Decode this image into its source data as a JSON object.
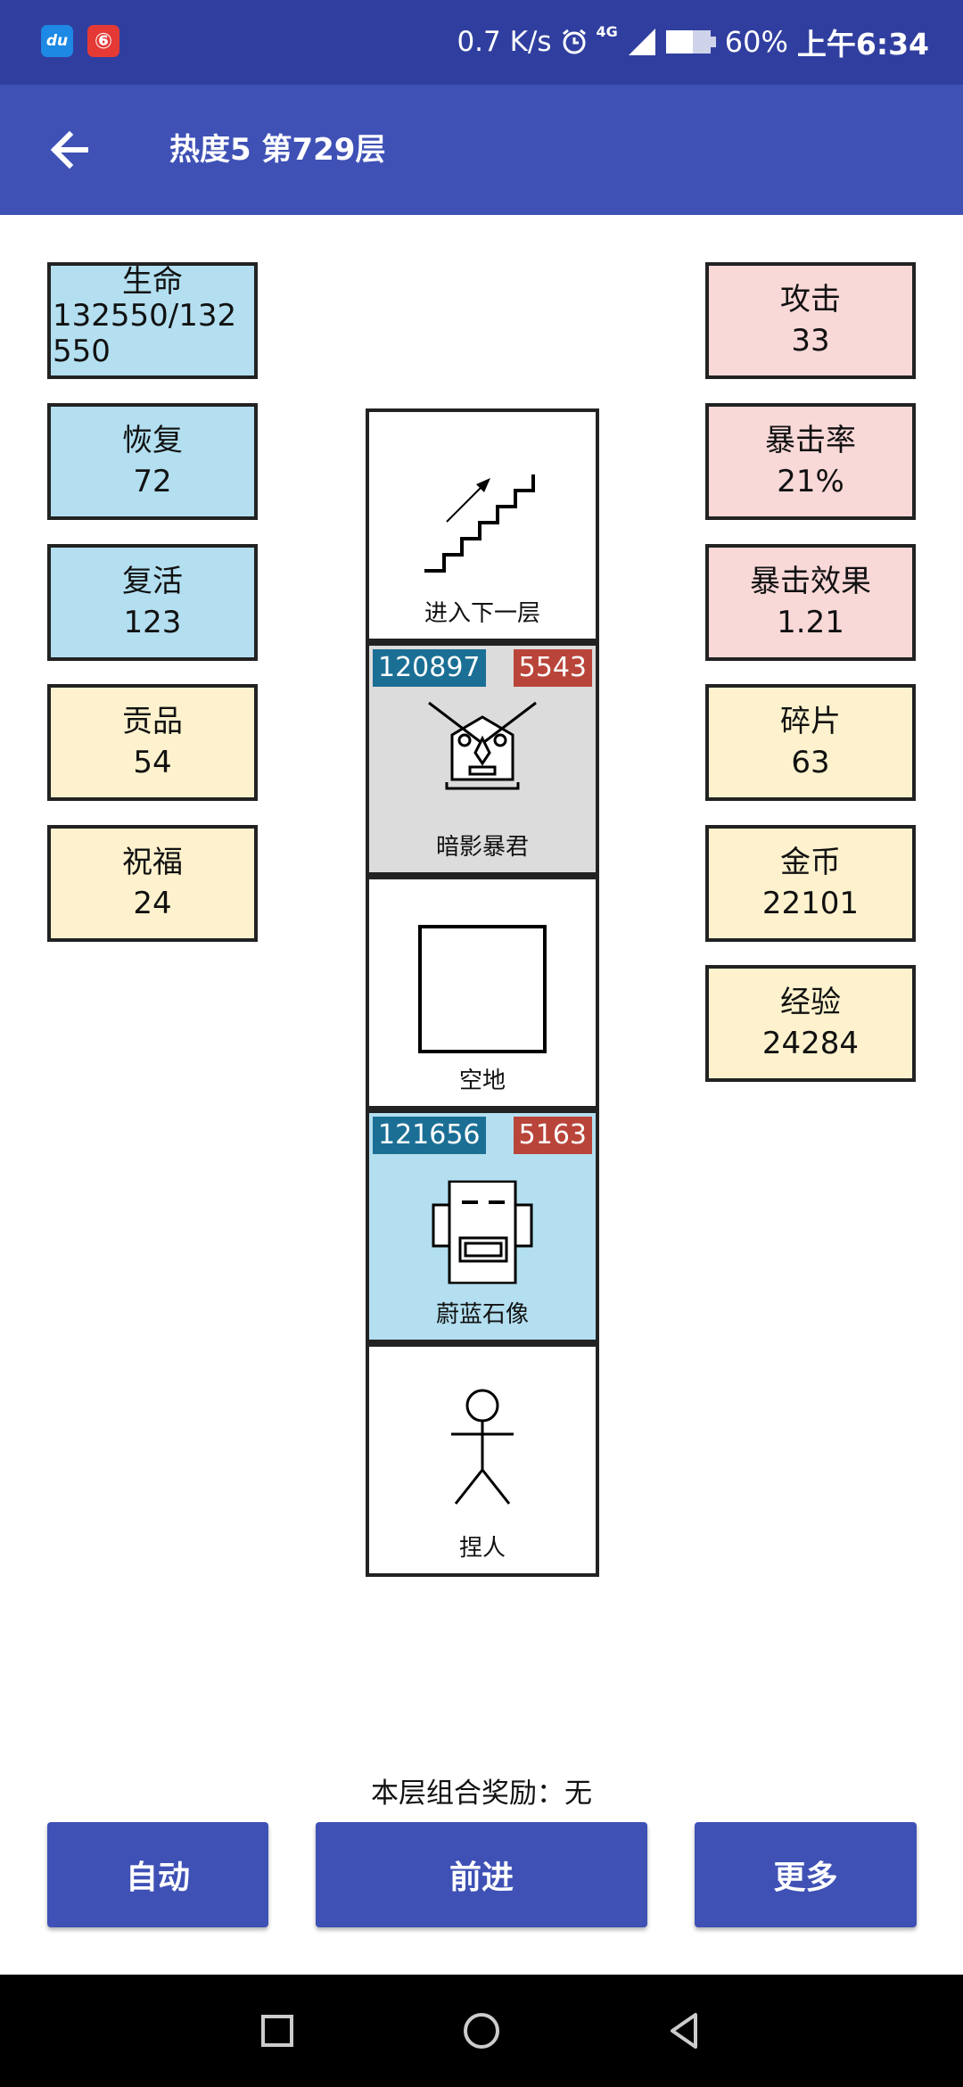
{
  "statusbar": {
    "app_icon_1": "du",
    "app_icon_2": "⑥",
    "network_speed": "0.7 K/s",
    "network_type": "4G",
    "battery": "60%",
    "time": "上午6:34"
  },
  "appbar": {
    "title": "热度5 第729层"
  },
  "left_stats": [
    {
      "label": "生命",
      "value": "132550/132550"
    },
    {
      "label": "恢复",
      "value": "72"
    },
    {
      "label": "复活",
      "value": "123"
    },
    {
      "label": "贡品",
      "value": "54"
    },
    {
      "label": "祝福",
      "value": "24"
    }
  ],
  "right_stats": [
    {
      "label": "攻击",
      "value": "33"
    },
    {
      "label": "暴击率",
      "value": "21%"
    },
    {
      "label": "暴击效果",
      "value": "1.21"
    },
    {
      "label": "碎片",
      "value": "63"
    },
    {
      "label": "金币",
      "value": "22101"
    },
    {
      "label": "经验",
      "value": "24284"
    }
  ],
  "tower": [
    {
      "name": "进入下一层",
      "icon": "stairs-up-icon"
    },
    {
      "name": "暗影暴君",
      "icon": "shadow-tyrant-icon",
      "hp": "120897",
      "atk": "5543",
      "bg": "#dcdcdc"
    },
    {
      "name": "空地",
      "icon": "empty-square-icon"
    },
    {
      "name": "蔚蓝石像",
      "icon": "azure-statue-icon",
      "hp": "121656",
      "atk": "5163",
      "bg": "#b3dff0"
    },
    {
      "name": "捏人",
      "icon": "stick-figure-icon"
    }
  ],
  "bonus_text": "本层组合奖励：无",
  "buttons": {
    "auto": "自动",
    "advance": "前进",
    "more": "更多"
  },
  "colors": {
    "status_bar": "#303f9f",
    "app_bar": "#3f51b5",
    "hp_badge": "#1b6f95",
    "atk_badge": "#b9453a"
  }
}
